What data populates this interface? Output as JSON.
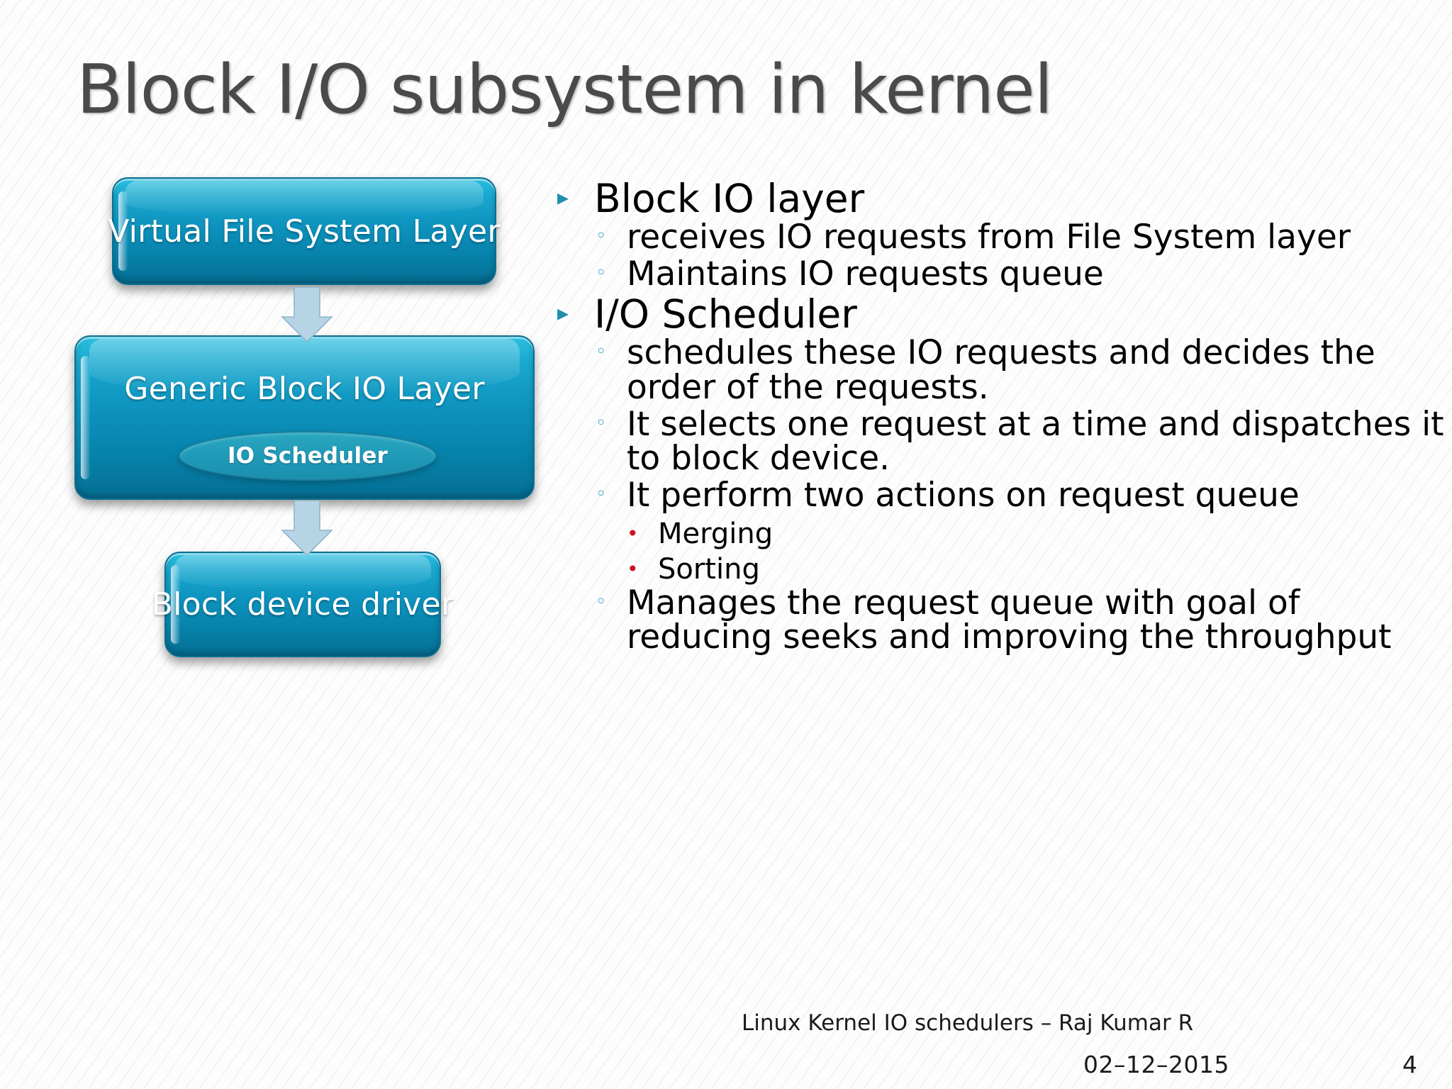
{
  "slide": {
    "title": "Block I/O subsystem in kernel",
    "accent_color": "#0d92bd",
    "bullet_level1_color": "#1f8faa",
    "bullet_level2_color": "#2a9ec0",
    "bullet_level3_color": "#cc1322",
    "title_color": "#4a4a4a"
  },
  "diagram": {
    "boxes": [
      {
        "id": "vfs",
        "label": "Virtual File System Layer"
      },
      {
        "id": "gblk",
        "label": "Generic Block IO Layer"
      },
      {
        "id": "bdd",
        "label": "Block device driver"
      }
    ],
    "inner_shapes": [
      {
        "id": "io-scheduler-ellipse",
        "label": "IO Scheduler"
      }
    ],
    "connectors": [
      {
        "id": "arrow-vfs-to-gblk",
        "type": "down-arrow"
      },
      {
        "id": "arrow-gblk-to-bdd",
        "type": "down-arrow"
      }
    ]
  },
  "bullets": [
    {
      "level": 1,
      "marker": "▸",
      "text": "Block IO layer",
      "children": [
        {
          "level": 2,
          "marker": "◦",
          "text": "receives IO requests from File System layer"
        },
        {
          "level": 2,
          "marker": "◦",
          "text": "Maintains IO requests queue"
        }
      ]
    },
    {
      "level": 1,
      "marker": "▸",
      "text": "I/O Scheduler",
      "children": [
        {
          "level": 2,
          "marker": "◦",
          "text": "schedules these IO requests and decides the order of the requests."
        },
        {
          "level": 2,
          "marker": "◦",
          "text": "It selects one request at a time and dispatches it to block device."
        },
        {
          "level": 2,
          "marker": "◦",
          "text": "It perform two actions on request queue",
          "children": [
            {
              "level": 3,
              "marker": "•",
              "text": "Merging"
            },
            {
              "level": 3,
              "marker": "•",
              "text": "Sorting"
            }
          ]
        },
        {
          "level": 2,
          "marker": "◦",
          "text": "Manages the request queue with goal of reducing seeks and improving the throughput"
        }
      ]
    }
  ],
  "footer": {
    "credit": "Linux Kernel IO schedulers – Raj Kumar R",
    "date": "02–12–2015",
    "page_number": "4"
  }
}
